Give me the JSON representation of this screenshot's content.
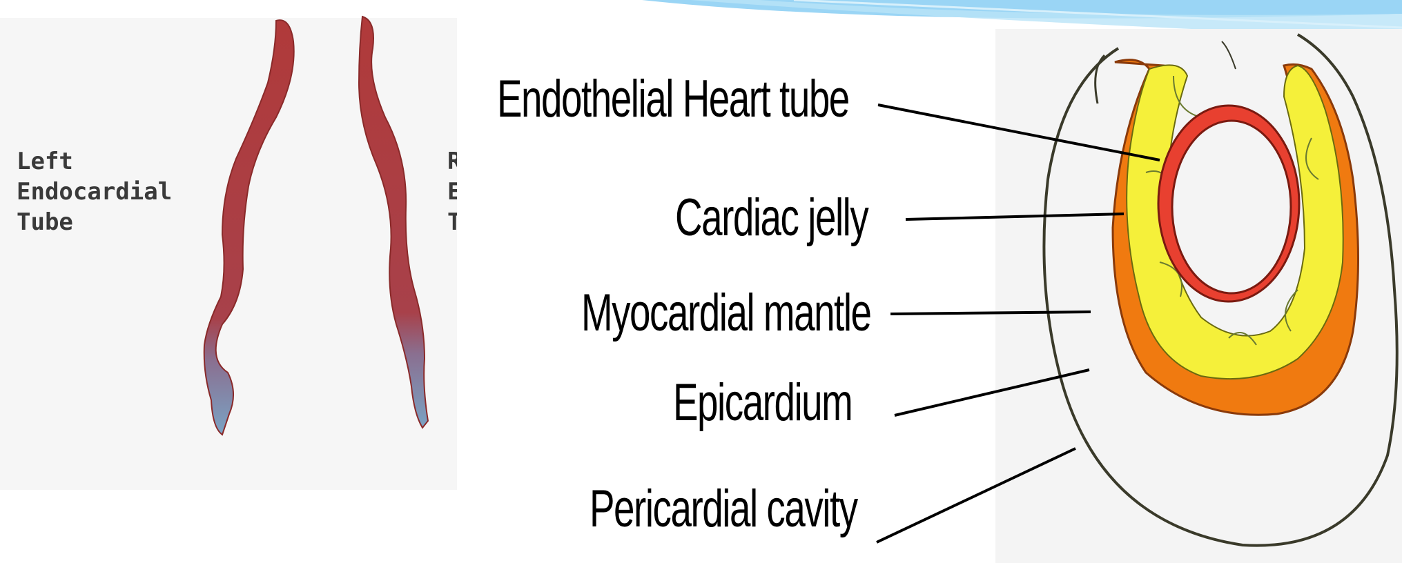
{
  "left_image": {
    "label_left": [
      "Left",
      "Endocardial",
      "Tube"
    ],
    "label_right_cropped": [
      "R",
      "E",
      "T"
    ]
  },
  "diagram_labels": {
    "endothelial": "Endothelial Heart tube",
    "cardiac_jelly": "Cardiac jelly",
    "myocardial": "Myocardial mantle",
    "epicardium": "Epicardium",
    "pericardial": "Pericardial cavity"
  },
  "colors": {
    "myocardium": "#f07a10",
    "cardiac_jelly": "#f5f03a",
    "endothelium": "#e84030",
    "decoration": "#8fd0f4"
  }
}
